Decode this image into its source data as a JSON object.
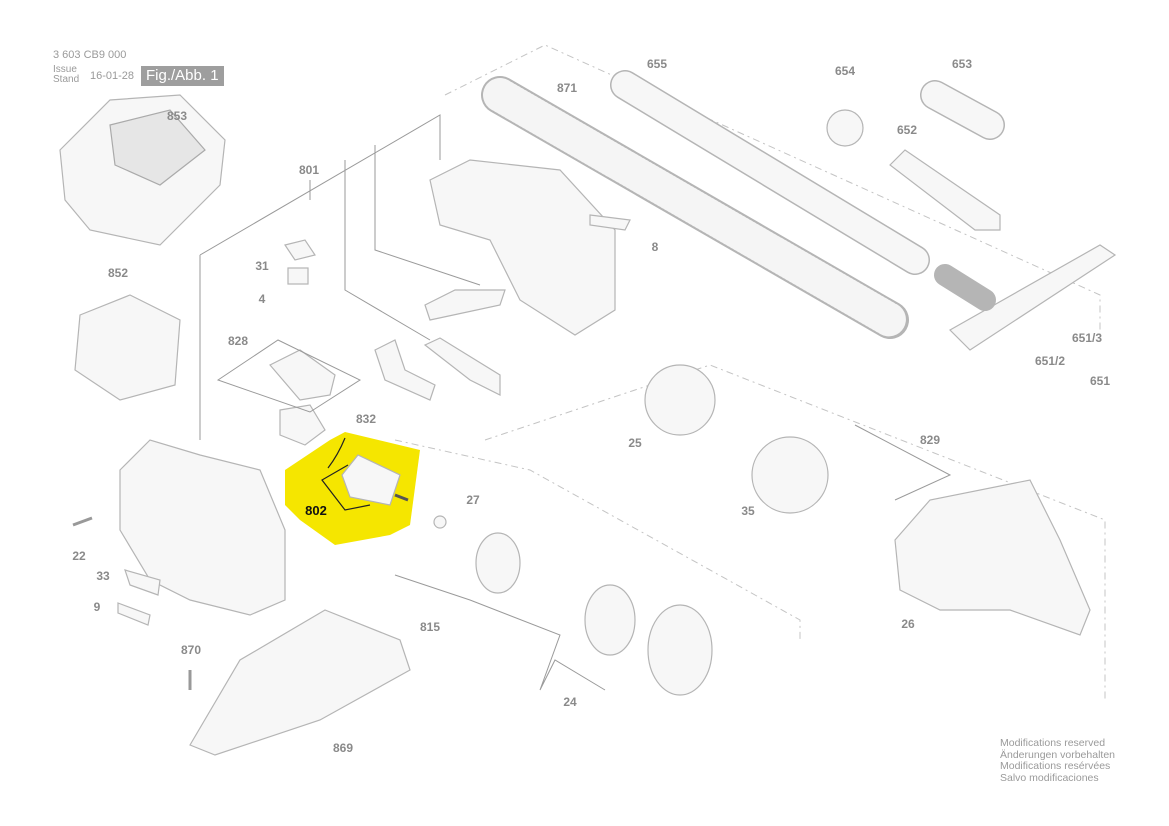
{
  "header": {
    "document_number": "3 603 CB9 000",
    "issue_label": "Issue",
    "stand_label": "Stand",
    "date": "16-01-28",
    "figure_label": "Fig./Abb. 1"
  },
  "highlight": {
    "part_number": "802",
    "color": "#f5e600"
  },
  "labels": [
    "853",
    "801",
    "871",
    "655",
    "654",
    "653",
    "652",
    "8",
    "31",
    "4",
    "852",
    "828",
    "832",
    "651/3",
    "651/2",
    "651",
    "25",
    "829",
    "27",
    "35",
    "22",
    "33",
    "9",
    "815",
    "26",
    "870",
    "24",
    "869"
  ],
  "footer": {
    "lines": [
      "Modifications reserved",
      "Änderungen vorbehalten",
      "Modifications resérvées",
      "Salvo modificaciones"
    ]
  }
}
